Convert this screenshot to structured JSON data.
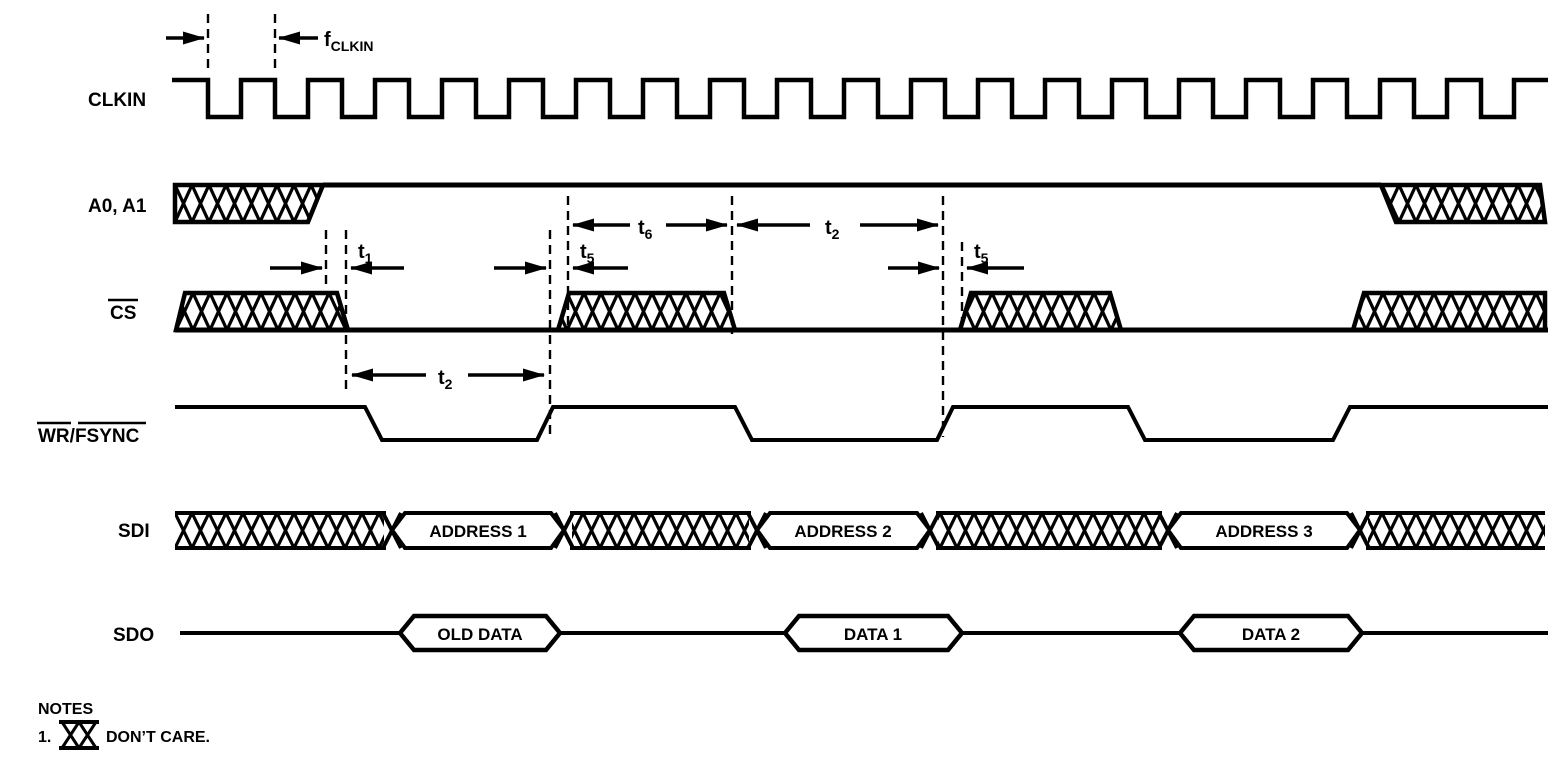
{
  "colors": {
    "ink": "#000000",
    "background": "#ffffff"
  },
  "signal_labels": {
    "clkin": "CLKIN",
    "a0a1": "A0, A1",
    "cs": "CS",
    "wr": "WR",
    "slash": "/",
    "fsync": "FSYNC",
    "sdi": "SDI",
    "sdo": "SDO"
  },
  "timing_labels": {
    "fclkin": {
      "base": "f",
      "sub": "CLKIN"
    },
    "t1": {
      "base": "t",
      "sub": "1"
    },
    "t5_first": {
      "base": "t",
      "sub": "5"
    },
    "t5_second": {
      "base": "t",
      "sub": "5"
    },
    "t6": {
      "base": "t",
      "sub": "6"
    },
    "t2_top": {
      "base": "t",
      "sub": "2"
    },
    "t2_bottom": {
      "base": "t",
      "sub": "2"
    }
  },
  "sdi_values": [
    "ADDRESS 1",
    "ADDRESS 2",
    "ADDRESS 3"
  ],
  "sdo_values": [
    "OLD DATA",
    "DATA 1",
    "DATA 2"
  ],
  "notes": {
    "heading": "NOTES",
    "item_number": "1.",
    "text": "DON’T CARE."
  }
}
